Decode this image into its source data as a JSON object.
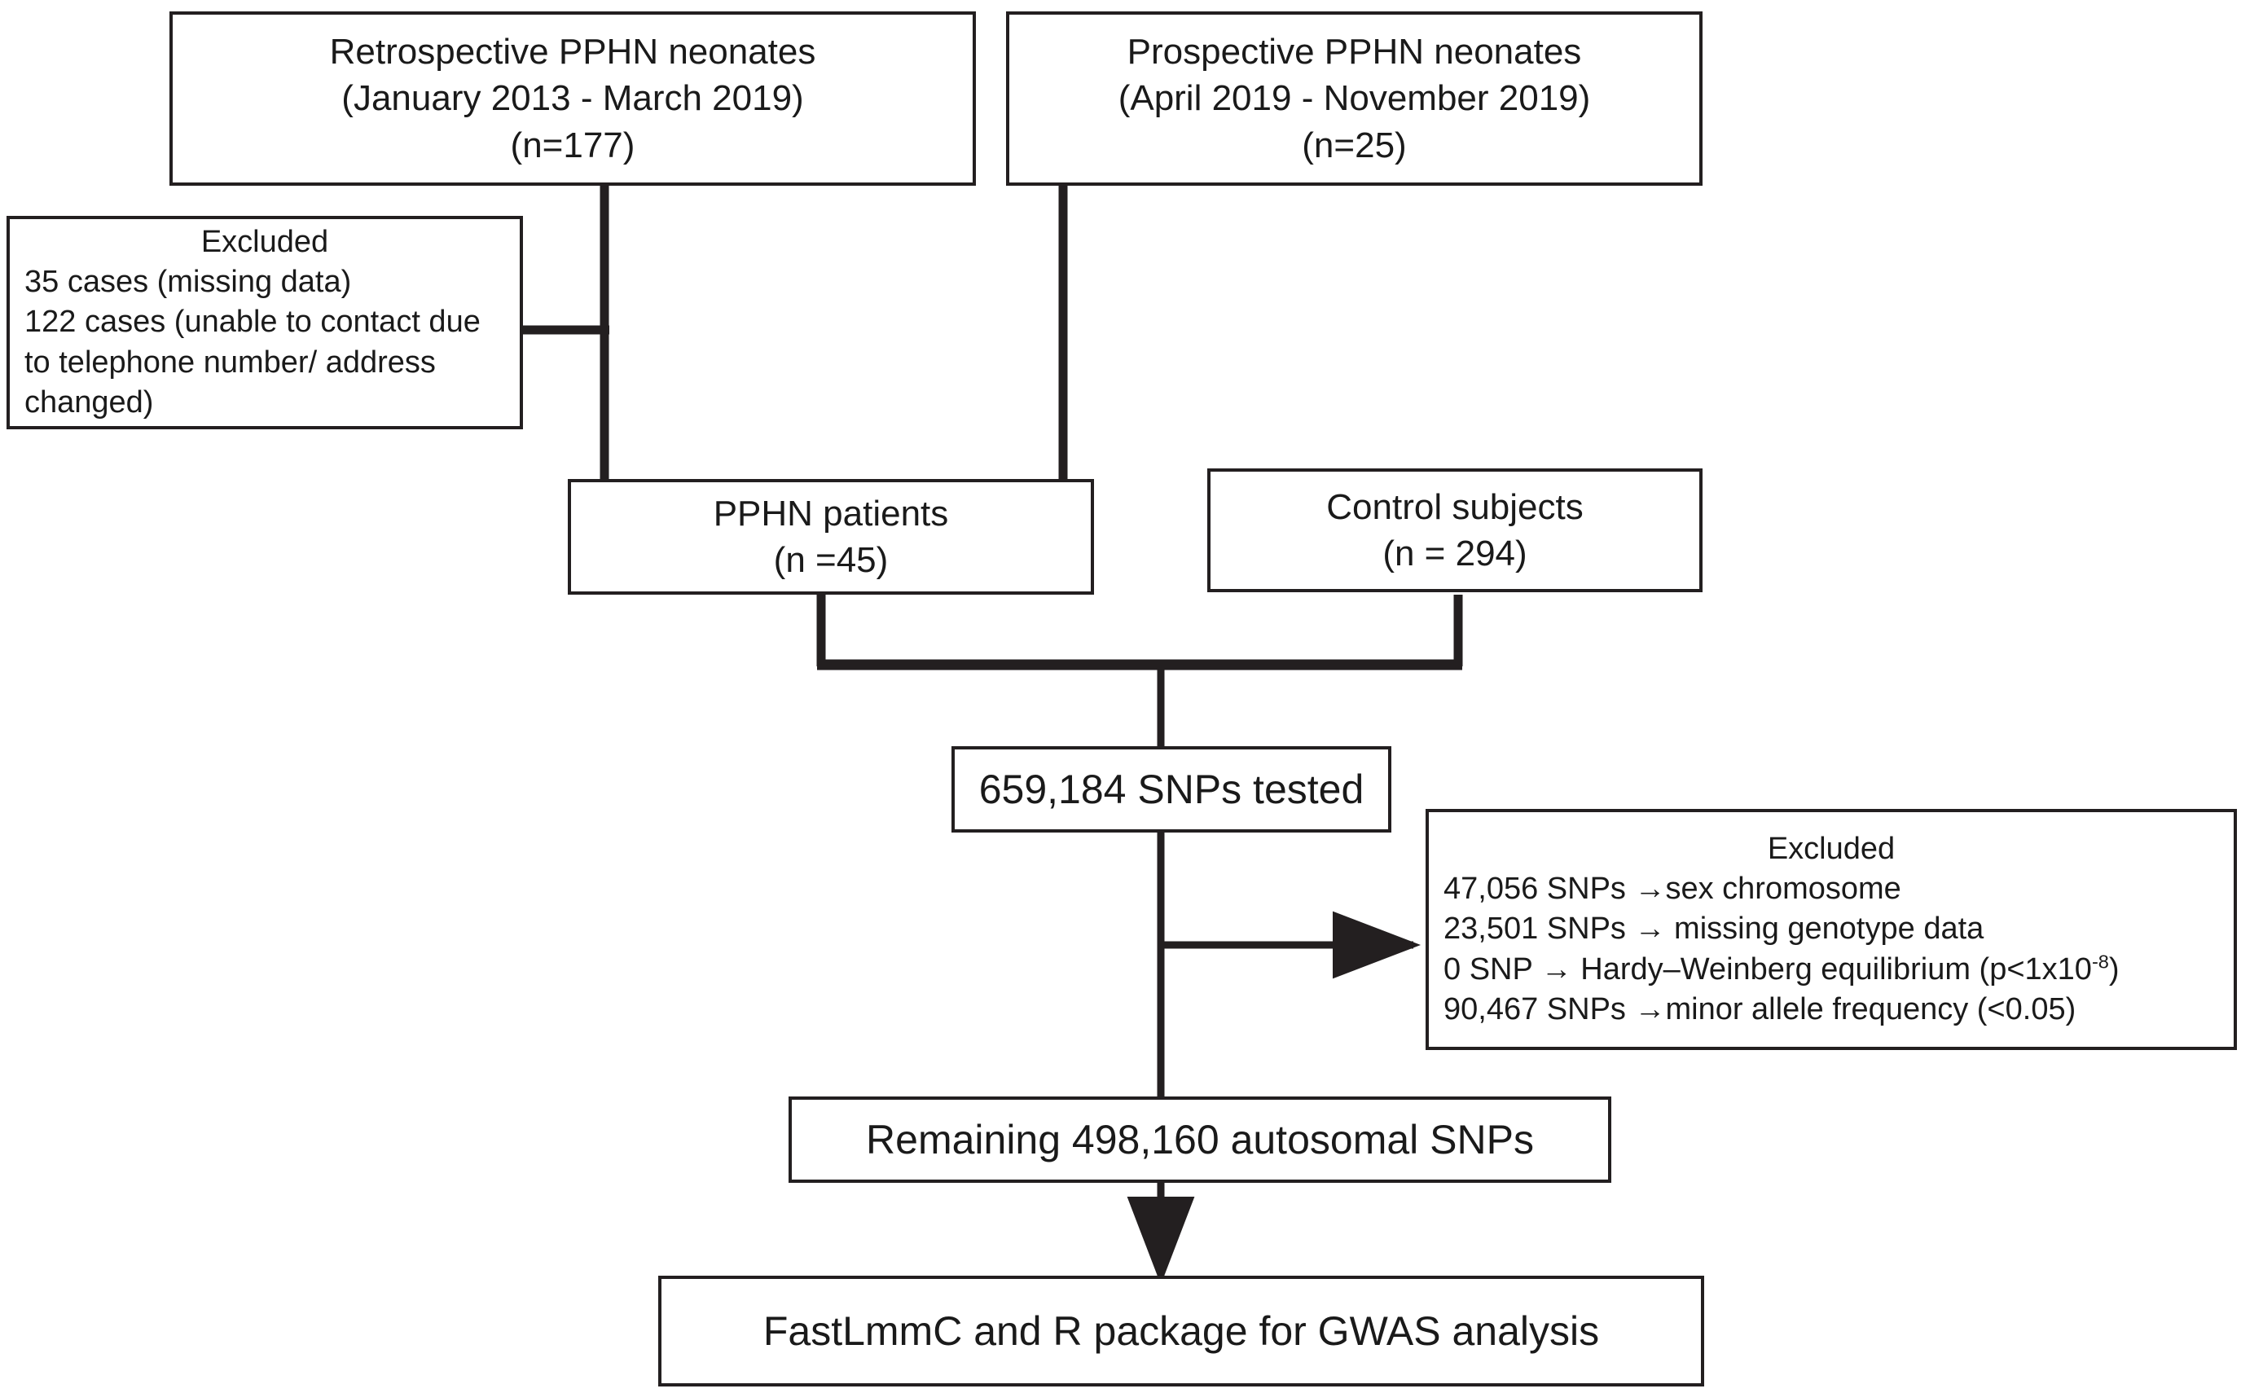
{
  "diagram": {
    "title": "PPHN GWAS participant and SNP selection flow diagram",
    "type": "flowchart",
    "stroke_color": "#231f20",
    "background_color": "#ffffff"
  },
  "nodes": {
    "retrospective": {
      "line1": "Retrospective PPHN neonates",
      "line2": "(January 2013 - March 2019)",
      "line3": "(n=177)"
    },
    "prospective": {
      "line1": "Prospective PPHN neonates",
      "line2": "(April 2019 - November 2019)",
      "line3": "(n=25)"
    },
    "excluded_cases": {
      "title": "Excluded",
      "line1": "35 cases (missing data)",
      "line2": "122 cases (unable to contact due",
      "line3": "to telephone number/ address",
      "line4": "changed)"
    },
    "pphn_patients": {
      "line1": "PPHN patients",
      "line2": "(n =45)"
    },
    "control_subjects": {
      "line1": "Control subjects",
      "line2": "(n = 294)"
    },
    "snps_tested": {
      "line1": "659,184 SNPs tested"
    },
    "excluded_snps": {
      "title": "Excluded",
      "line1": "47,056 SNPs →sex chromosome",
      "line2": "23,501 SNPs → missing genotype data",
      "line3_prefix": "0 SNP → Hardy–Weinberg equilibrium (p<1x10",
      "line3_sup": "-8",
      "line3_suffix": ")",
      "line4": "90,467 SNPs →minor allele frequency (<0.05)"
    },
    "remaining_snps": {
      "line1": "Remaining 498,160 autosomal SNPs"
    },
    "analysis": {
      "line1": "FastLmmC and R package for GWAS analysis"
    }
  },
  "edges": [
    {
      "name": "retrospective-to-patients",
      "from": "retrospective",
      "to": "pphn_patients",
      "style": "plain-line"
    },
    {
      "name": "prospective-to-patients",
      "from": "prospective",
      "to": "pphn_patients",
      "style": "plain-line"
    },
    {
      "name": "excluded-cases-to-retrospective-path",
      "from": "excluded_cases",
      "to": "retrospective-to-patients",
      "style": "plain-line"
    },
    {
      "name": "patients-to-snps",
      "from": "pphn_patients",
      "to": "snps_tested",
      "style": "plain-line"
    },
    {
      "name": "controls-to-snps",
      "from": "control_subjects",
      "to": "snps_tested",
      "style": "plain-line"
    },
    {
      "name": "snps-to-excluded-snps",
      "from": "snps_tested",
      "to": "excluded_snps",
      "style": "arrow-right"
    },
    {
      "name": "snps-to-remaining",
      "from": "snps_tested",
      "to": "remaining_snps",
      "style": "plain-line"
    },
    {
      "name": "remaining-to-analysis",
      "from": "remaining_snps",
      "to": "analysis",
      "style": "arrow-down"
    }
  ]
}
